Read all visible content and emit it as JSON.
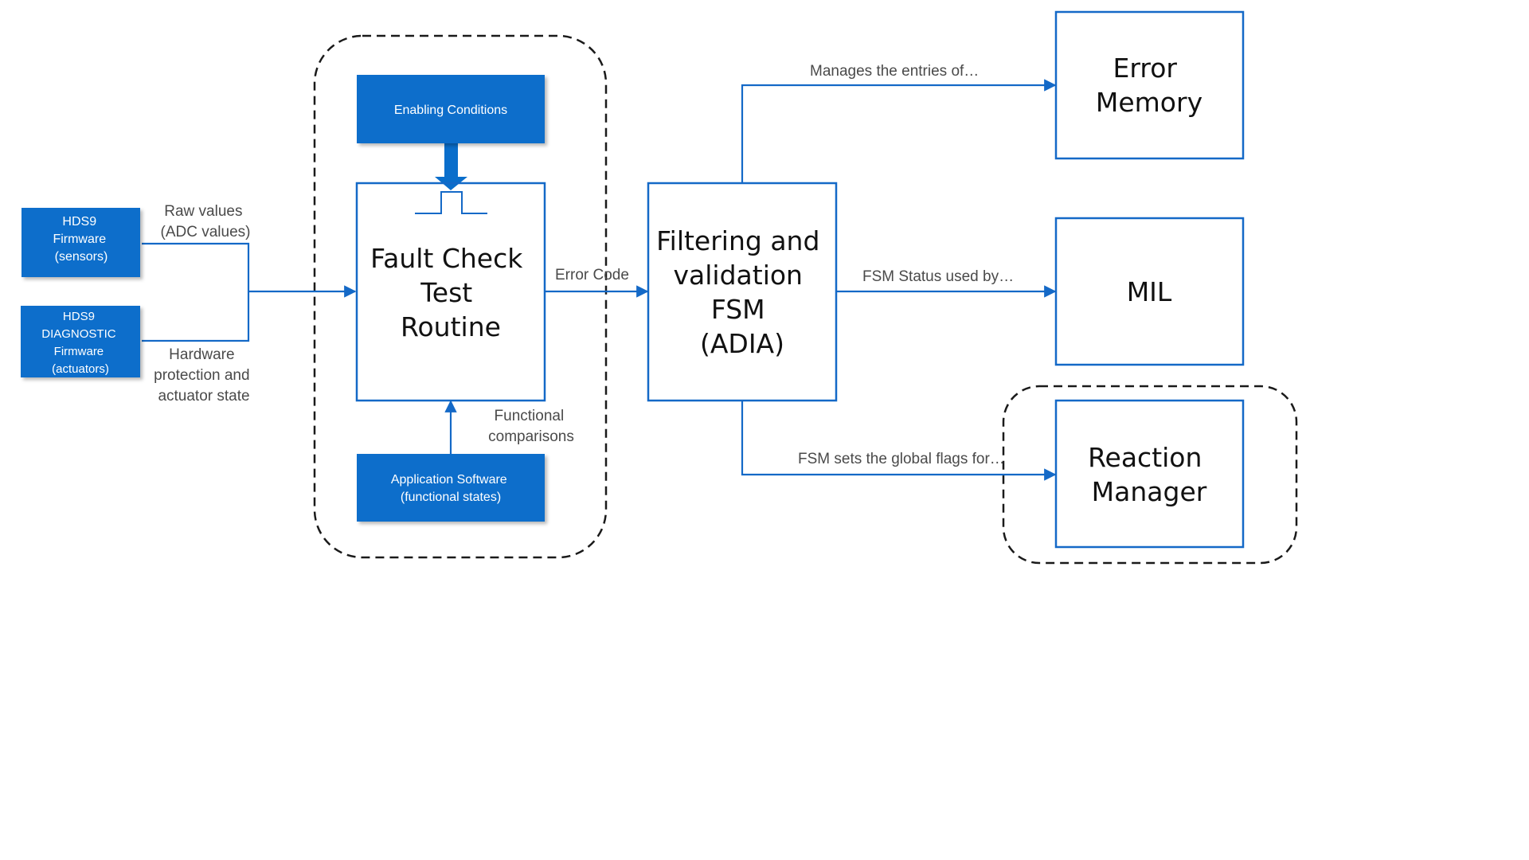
{
  "colors": {
    "accent": "#0a6ecb",
    "stroke": "#1469c7",
    "dashed_border": "#1a1a1a",
    "label_text": "#4a4a4a"
  },
  "nodes": {
    "hds9_firmware": {
      "lines": [
        "HDS9",
        "Firmware",
        "(sensors)"
      ]
    },
    "hds9_diagnostic": {
      "lines": [
        "HDS9",
        "DIAGNOSTIC",
        "Firmware",
        "(actuators)"
      ]
    },
    "enabling_conditions": {
      "lines": [
        "Enabling Conditions"
      ]
    },
    "application_software": {
      "lines": [
        "Application Software",
        "(functional states)"
      ]
    },
    "fault_check": {
      "lines": [
        "Fault Check",
        "Test",
        "Routine"
      ]
    },
    "filtering_fsm": {
      "lines": [
        "Filtering and",
        "validation",
        "FSM",
        "(ADIA)"
      ]
    },
    "error_memory": {
      "lines": [
        "Error",
        "Memory"
      ]
    },
    "mil": {
      "lines": [
        "MIL"
      ]
    },
    "reaction_manager": {
      "lines": [
        "Reaction",
        "Manager"
      ]
    }
  },
  "edge_labels": {
    "raw_values": [
      "Raw values",
      "(ADC values)"
    ],
    "hardware_protection": [
      "Hardware",
      "protection and",
      "actuator state"
    ],
    "functional_comparisons": [
      "Functional",
      "comparisons"
    ],
    "error_code": [
      "Error Code"
    ],
    "manages_entries": [
      "Manages the entries of…"
    ],
    "fsm_status": [
      "FSM Status used by…"
    ],
    "fsm_sets_flags": [
      "FSM sets the global flags for…"
    ]
  }
}
